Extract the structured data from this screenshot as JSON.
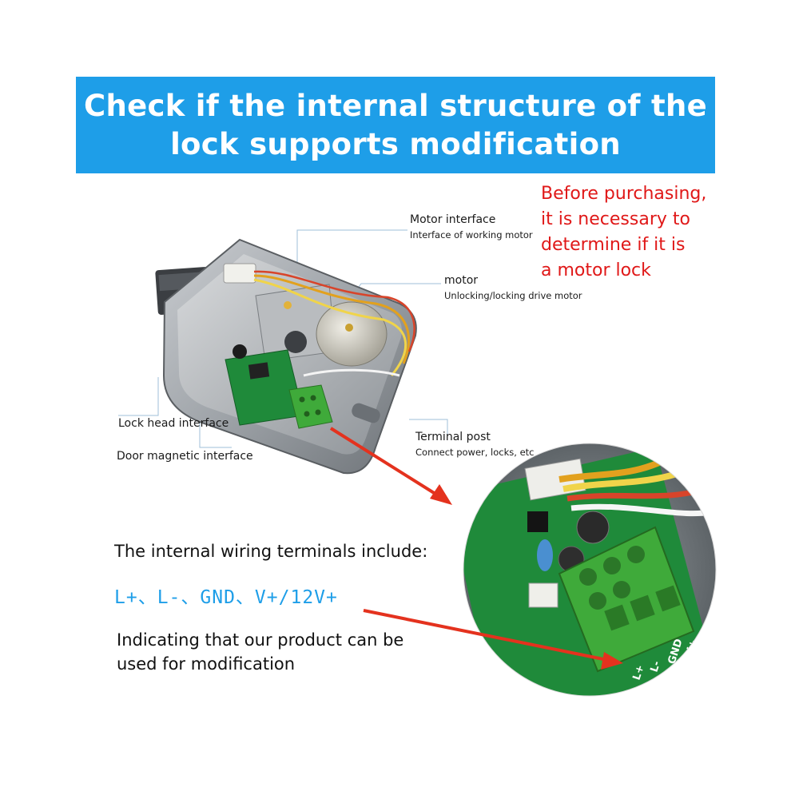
{
  "banner": {
    "line1": "Check if the internal structure of the",
    "line2": "lock supports modification"
  },
  "warning": {
    "line1": "Before purchasing,",
    "line2": "it is necessary to",
    "line3": "determine if it is",
    "line4": "a motor lock"
  },
  "labels": {
    "motor_interface_title": "Motor interface",
    "motor_interface_sub": "Interface of working motor",
    "motor_title": "motor",
    "motor_sub": "Unlocking/locking drive motor",
    "lock_head": "Lock head interface",
    "door_magnetic": "Door magnetic interface",
    "terminal_title": "Terminal post",
    "terminal_sub": "Connect power, locks, etc"
  },
  "wiring": {
    "title": "The internal wiring terminals include:",
    "terms": "L+、L-、GND、V+/12V+",
    "note_line1": "Indicating that our product can be",
    "note_line2": "used for modification"
  },
  "terminal_marks": [
    "L+",
    "L-",
    "GND",
    "V+"
  ],
  "colors": {
    "banner": "#1e9ee8",
    "warning": "#e01818",
    "arrow": "#e4321e",
    "terminal_block": "#3faa3a",
    "pcb": "#1f8a3a"
  }
}
